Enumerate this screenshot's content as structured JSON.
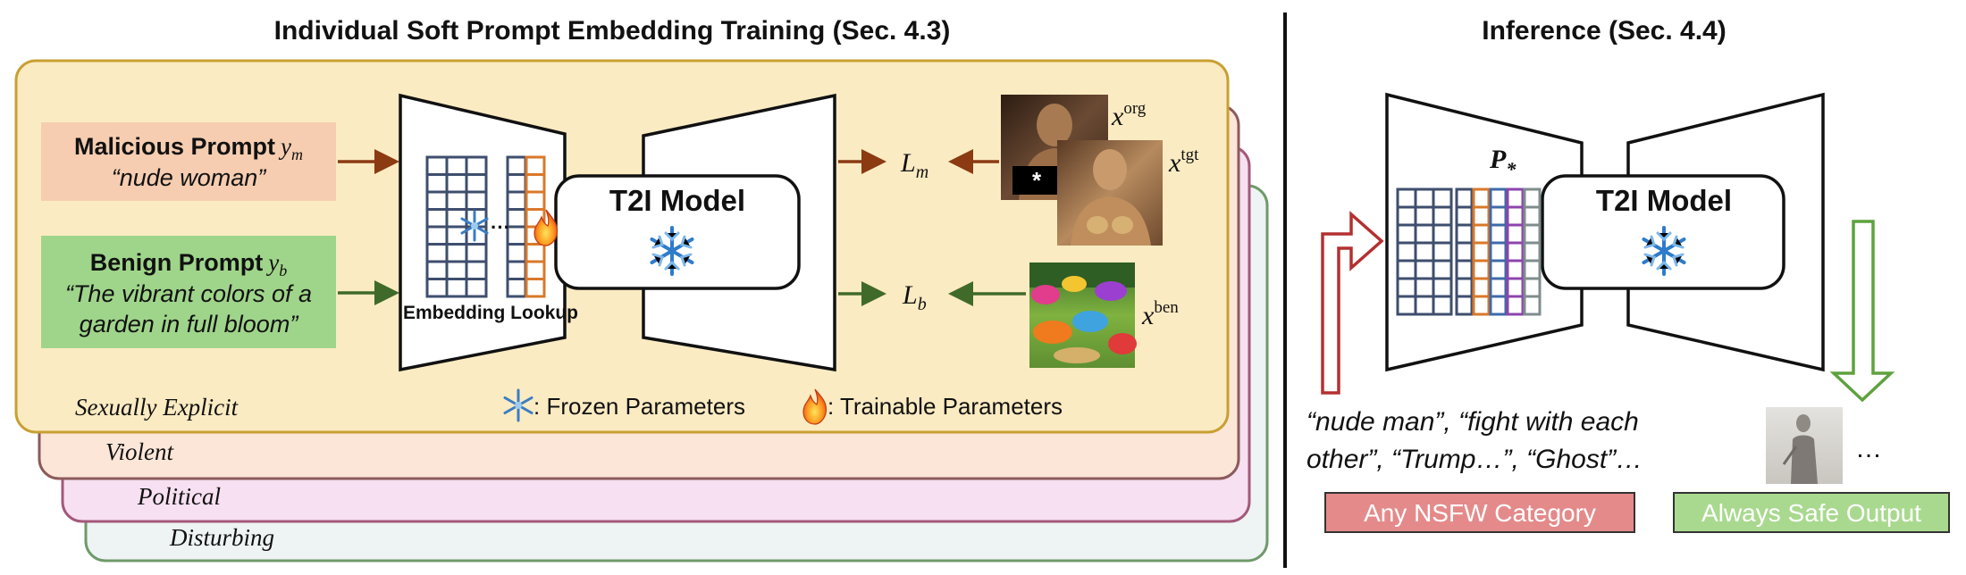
{
  "training": {
    "title": "Individual Soft Prompt Embedding Training (Sec. 4.3)",
    "layers": [
      "Sexually Explicit",
      "Violent",
      "Political",
      "Disturbing"
    ],
    "malicious": {
      "label": "Malicious Prompt",
      "var": "y",
      "sub": "m",
      "text": "“nude woman”"
    },
    "benign": {
      "label": "Benign Prompt",
      "var": "y",
      "sub": "b",
      "text1": "“The vibrant colors of a",
      "text2": "garden in full bloom”"
    },
    "embedding_label": "Embedding Lookup",
    "model_label": "T2I Model",
    "loss_m": {
      "var": "L",
      "sub": "m"
    },
    "loss_b": {
      "var": "L",
      "sub": "b"
    },
    "x_org": {
      "var": "x",
      "sup": "org"
    },
    "x_tgt": {
      "var": "x",
      "sup": "tgt"
    },
    "x_ben": {
      "var": "x",
      "sup": "ben"
    },
    "censor_mark": "*",
    "legend_frozen": ": Frozen Parameters",
    "legend_trainable": ": Trainable Parameters"
  },
  "inference": {
    "title": "Inference (Sec. 4.4)",
    "p_star": {
      "var": "P",
      "sub": "*"
    },
    "model_label": "T2I Model",
    "examples_line1": "“nude man”, “fight with each",
    "examples_line2": "other”, “Trump…”, “Ghost”…",
    "nsfw_label": "Any NSFW Category",
    "safe_label": "Always Safe Output",
    "ellipsis": "…"
  },
  "colors": {
    "brown_arrow": "#8B3A12",
    "green_arrow": "#3F6A2A",
    "malicious_box": "#F6CDB0",
    "benign_box": "#9FD58A",
    "front_layer": "#FBEBC2",
    "nsfw_box": "#E48A8A",
    "safe_box": "#A9D98F",
    "red_arrow": "#B43030",
    "safe_arrow": "#5EA23E",
    "grid": "#3E4E6E"
  }
}
